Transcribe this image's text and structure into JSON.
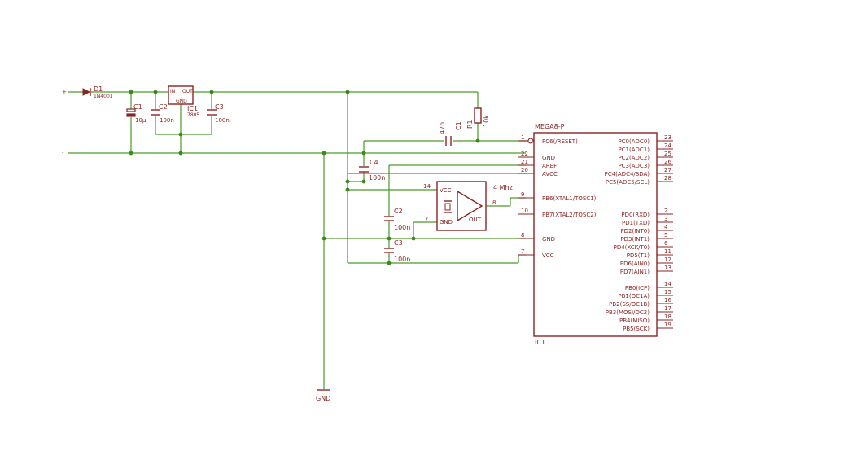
{
  "supply": {
    "plus": "+",
    "minus": "-",
    "gnd": "GND"
  },
  "d1": {
    "name": "D1",
    "value": "1N4001"
  },
  "ic_reg": {
    "name": "IC1",
    "value": "7805",
    "pin_in": "IN",
    "pin_out": "OUT",
    "pin_gnd": "GND"
  },
  "c_left": [
    {
      "name": "C1",
      "value": "10µ"
    },
    {
      "name": "C2",
      "value": "100n"
    },
    {
      "name": "C3",
      "value": "100n"
    }
  ],
  "r1": {
    "name": "R1",
    "value": "10k"
  },
  "c_reset": {
    "name": "C1",
    "value": "47n"
  },
  "c4": {
    "name": "C4",
    "value": "100n"
  },
  "c_mid": [
    {
      "name": "C2",
      "value": "100n"
    },
    {
      "name": "C3",
      "value": "100n"
    }
  ],
  "osc": {
    "freq": "4 Mhz",
    "vcc": "VCC",
    "gnd": "GND",
    "out": "OUT",
    "pin_vcc": "14",
    "pin_gnd": "7",
    "pin_out": "8"
  },
  "mcu": {
    "title": "MEGA8-P",
    "name": "IC1",
    "left_pins": [
      {
        "num": "1",
        "label": "PC6(/RESET)"
      },
      {
        "num": "22",
        "label": "GND"
      },
      {
        "num": "21",
        "label": "AREF"
      },
      {
        "num": "20",
        "label": "AVCC"
      },
      {
        "num": "9",
        "label": "PB6(XTAL1/TOSC1)"
      },
      {
        "num": "10",
        "label": "PB7(XTAL2/TOSC2)"
      },
      {
        "num": "8",
        "label": "GND"
      },
      {
        "num": "7",
        "label": "VCC"
      }
    ],
    "right_pins": [
      {
        "num": "23",
        "label": "PC0(ADC0)"
      },
      {
        "num": "24",
        "label": "PC1(ADC1)"
      },
      {
        "num": "25",
        "label": "PC2(ADC2)"
      },
      {
        "num": "26",
        "label": "PC3(ADC3)"
      },
      {
        "num": "27",
        "label": "PC4(ADC4/SDA)"
      },
      {
        "num": "28",
        "label": "PC5(ADC5/SCL)"
      },
      {
        "num": "2",
        "label": "PD0(RXD)"
      },
      {
        "num": "3",
        "label": "PD1(TXD)"
      },
      {
        "num": "4",
        "label": "PD2(INT0)"
      },
      {
        "num": "5",
        "label": "PD3(INT1)"
      },
      {
        "num": "6",
        "label": "PD4(XCK/T0)"
      },
      {
        "num": "11",
        "label": "PD5(T1)"
      },
      {
        "num": "12",
        "label": "PD6(AIN0)"
      },
      {
        "num": "13",
        "label": "PD7(AIN1)"
      },
      {
        "num": "14",
        "label": "PB0(ICP)"
      },
      {
        "num": "15",
        "label": "PB1(OC1A)"
      },
      {
        "num": "16",
        "label": "PB2(SS/OC1B)"
      },
      {
        "num": "17",
        "label": "PB3(MOSI/OC2)"
      },
      {
        "num": "18",
        "label": "PB4(MISO)"
      },
      {
        "num": "19",
        "label": "PB5(SCK)"
      }
    ]
  }
}
